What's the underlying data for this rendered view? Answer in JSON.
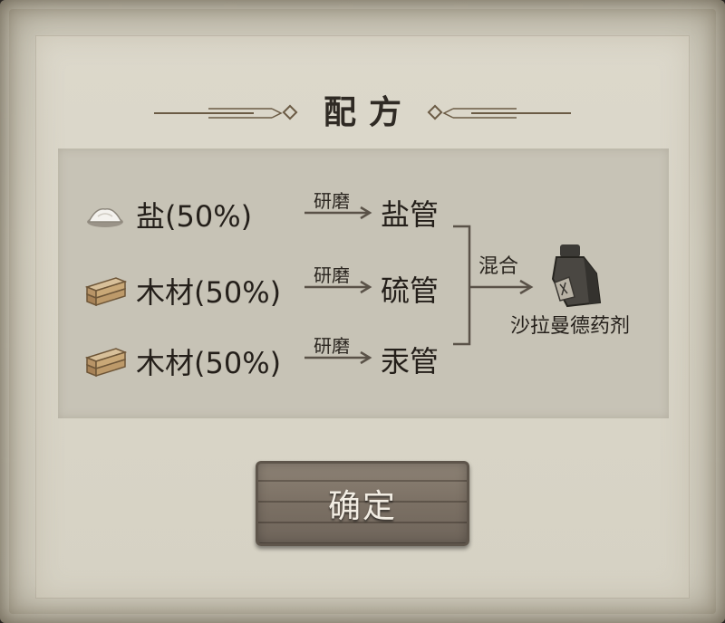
{
  "title": "配方",
  "ingredients": [
    {
      "icon": "salt-icon",
      "name": "盐(50%)",
      "process": "研磨",
      "result": "盐管"
    },
    {
      "icon": "wood-icon",
      "name": "木材(50%)",
      "process": "研磨",
      "result": "硫管"
    },
    {
      "icon": "wood-icon",
      "name": "木材(50%)",
      "process": "研磨",
      "result": "汞管"
    }
  ],
  "mix": {
    "label": "混合"
  },
  "product": {
    "name": "沙拉曼德药剂",
    "icon": "potion-bottle-icon"
  },
  "confirm_button": {
    "label": "确定"
  }
}
